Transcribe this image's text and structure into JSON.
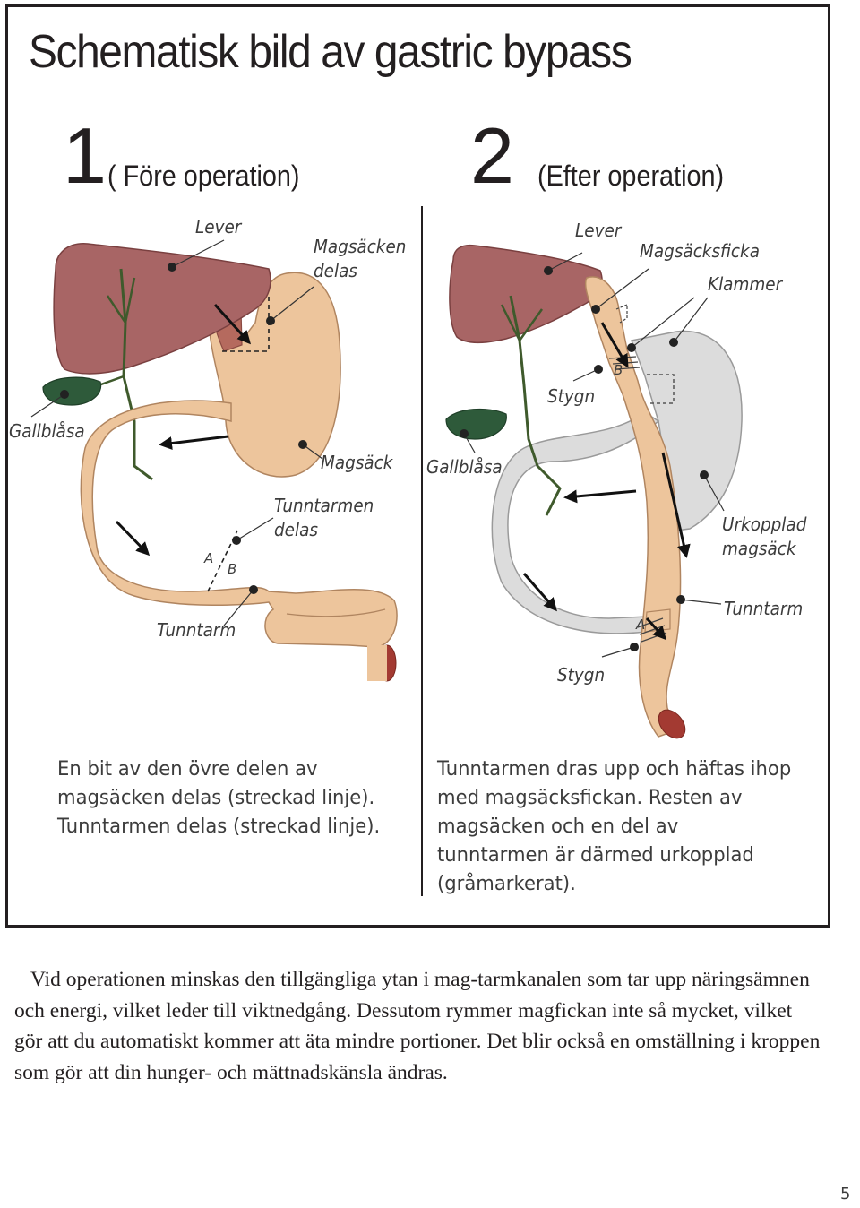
{
  "title": "Schematisk bild av gastric bypass",
  "panel_before": {
    "number": "1",
    "stage": "( Före operation)",
    "labels": {
      "liver": "Lever",
      "stomach_cut": "Magsäcken\ndelas",
      "gallbladder": "Gallblåsa",
      "stomach": "Magsäck",
      "intestine_cut": "Tunntarmen\ndelas",
      "intestine": "Tunntarm",
      "point_a": "A",
      "point_b": "B"
    },
    "caption": "En bit av den övre delen av magsäcken delas (streckad linje). Tunntarmen delas (streckad linje)."
  },
  "panel_after": {
    "number": "2",
    "stage": "(Efter operation)",
    "labels": {
      "liver": "Lever",
      "pouch": "Magsäcksficka",
      "staples": "Klammer",
      "suture_top": "Stygn",
      "gallbladder": "Gallblåsa",
      "bypassed_stomach": "Urkopplad\nmagsäck",
      "intestine": "Tunntarm",
      "suture_bottom": "Stygn",
      "point_a": "A",
      "point_b": "B"
    },
    "caption": "Tunntarmen dras upp och häftas ihop med magsäcksfickan. Resten av magsäcken och en del av tunntarmen är därmed urkopplad (gråmarkerat)."
  },
  "body_text": "Vid operationen minskas den tillgängliga ytan i mag-tarmkanalen som tar upp näringsämnen och energi, vilket leder till viktnedgång. Dessutom rymmer magfickan inte så mycket, vilket gör att du automatiskt kommer att äta mindre portioner. Det blir också en omställning i kroppen som gör att din hunger- och mättnadskänsla ändras.",
  "page_number": "5",
  "colors": {
    "liver": "#a86565",
    "stomach": "#edc59c",
    "bypassed": "#dcdcdc",
    "gallbladder": "#2e5a3a"
  }
}
